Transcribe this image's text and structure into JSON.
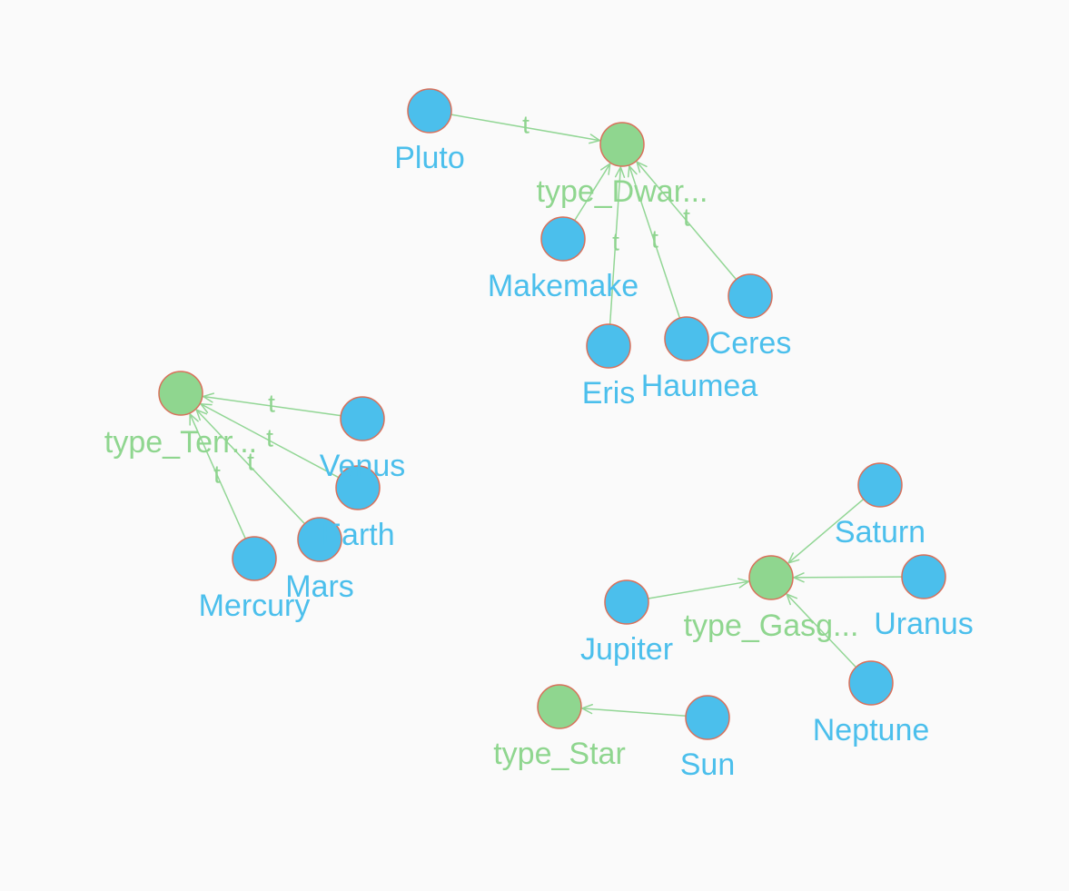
{
  "colors": {
    "instance_node": "#4bbfec",
    "type_node": "#8fd68f",
    "node_border": "#d9705a",
    "edge": "#92d695",
    "background": "#fafafa"
  },
  "nodes": [
    {
      "id": "pluto",
      "label": "Pluto",
      "kind": "instance"
    },
    {
      "id": "type_dwarf",
      "label": "type_Dwar...",
      "kind": "type"
    },
    {
      "id": "makemake",
      "label": "Makemake",
      "kind": "instance"
    },
    {
      "id": "eris",
      "label": "Eris",
      "kind": "instance"
    },
    {
      "id": "haumea",
      "label": "Haumea",
      "kind": "instance"
    },
    {
      "id": "ceres",
      "label": "Ceres",
      "kind": "instance"
    },
    {
      "id": "type_terr",
      "label": "type_Terr...",
      "kind": "type"
    },
    {
      "id": "venus",
      "label": "Venus",
      "kind": "instance"
    },
    {
      "id": "earth",
      "label": "Earth",
      "kind": "instance"
    },
    {
      "id": "mars",
      "label": "Mars",
      "kind": "instance"
    },
    {
      "id": "mercury",
      "label": "Mercury",
      "kind": "instance"
    },
    {
      "id": "saturn",
      "label": "Saturn",
      "kind": "instance"
    },
    {
      "id": "type_gasg",
      "label": "type_Gasg...",
      "kind": "type"
    },
    {
      "id": "uranus",
      "label": "Uranus",
      "kind": "instance"
    },
    {
      "id": "jupiter",
      "label": "Jupiter",
      "kind": "instance"
    },
    {
      "id": "neptune",
      "label": "Neptune",
      "kind": "instance"
    },
    {
      "id": "type_star",
      "label": "type_Star",
      "kind": "type"
    },
    {
      "id": "sun",
      "label": "Sun",
      "kind": "instance"
    }
  ],
  "edges": [
    {
      "from": "pluto",
      "to": "type_dwarf",
      "label": "t"
    },
    {
      "from": "makemake",
      "to": "type_dwarf",
      "label": ""
    },
    {
      "from": "eris",
      "to": "type_dwarf",
      "label": "t"
    },
    {
      "from": "haumea",
      "to": "type_dwarf",
      "label": "t"
    },
    {
      "from": "ceres",
      "to": "type_dwarf",
      "label": "t"
    },
    {
      "from": "venus",
      "to": "type_terr",
      "label": "t"
    },
    {
      "from": "earth",
      "to": "type_terr",
      "label": "t"
    },
    {
      "from": "mars",
      "to": "type_terr",
      "label": "t"
    },
    {
      "from": "mercury",
      "to": "type_terr",
      "label": "t"
    },
    {
      "from": "saturn",
      "to": "type_gasg",
      "label": ""
    },
    {
      "from": "uranus",
      "to": "type_gasg",
      "label": ""
    },
    {
      "from": "jupiter",
      "to": "type_gasg",
      "label": ""
    },
    {
      "from": "neptune",
      "to": "type_gasg",
      "label": ""
    },
    {
      "from": "sun",
      "to": "type_star",
      "label": ""
    }
  ]
}
